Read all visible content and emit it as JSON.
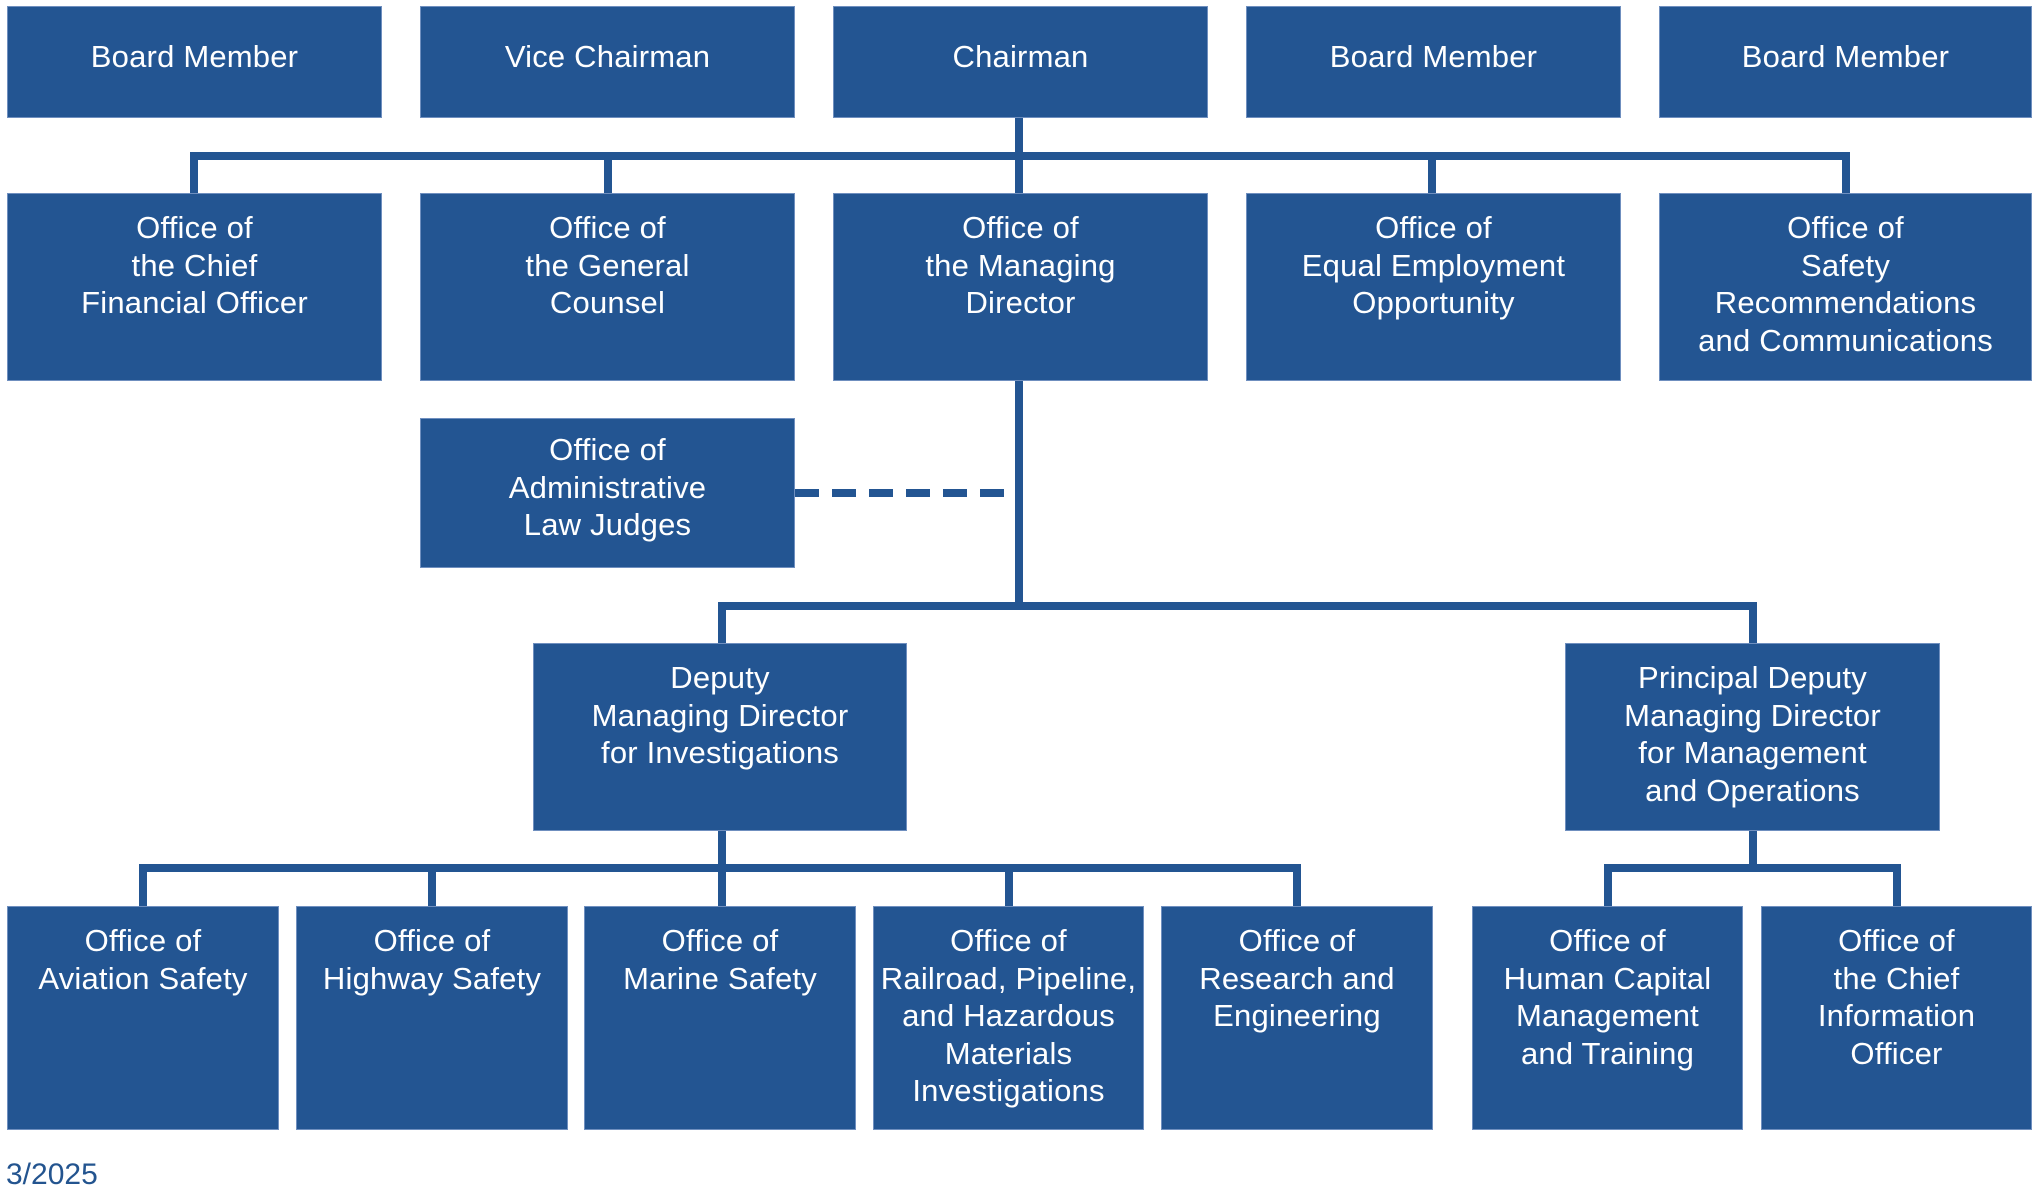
{
  "title": "Organization Chart",
  "colors": {
    "box": "#235592",
    "text": "#ffffff",
    "date": "#23548f"
  },
  "board": [
    {
      "id": "board-member-1",
      "label": "Board Member"
    },
    {
      "id": "vice-chairman",
      "label": "Vice Chairman"
    },
    {
      "id": "chairman",
      "label": "Chairman"
    },
    {
      "id": "board-member-2",
      "label": "Board Member"
    },
    {
      "id": "board-member-3",
      "label": "Board Member"
    }
  ],
  "offices": [
    {
      "id": "cfo",
      "label": "Office of\nthe Chief\nFinancial Officer"
    },
    {
      "id": "general-counsel",
      "label": "Office of\nthe General\nCounsel"
    },
    {
      "id": "managing-director",
      "label": "Office of\nthe Managing\nDirector"
    },
    {
      "id": "eeo",
      "label": "Office of\nEqual Employment\nOpportunity"
    },
    {
      "id": "safety-recs",
      "label": "Office of\nSafety\nRecommendations\nand Communications"
    }
  ],
  "alj": {
    "id": "alj",
    "label": "Office of\nAdministrative\nLaw Judges",
    "relationship": "dashed"
  },
  "deputies": [
    {
      "id": "deputy-investigations",
      "label": "Deputy\nManaging Director\nfor Investigations"
    },
    {
      "id": "principal-deputy",
      "label": "Principal Deputy\nManaging Director\nfor Management\nand Operations"
    }
  ],
  "investigation_offices": [
    {
      "id": "aviation",
      "label": "Office of\nAviation Safety"
    },
    {
      "id": "highway",
      "label": "Office of\nHighway Safety"
    },
    {
      "id": "marine",
      "label": "Office of\nMarine Safety"
    },
    {
      "id": "railroad",
      "label": "Office of\nRailroad, Pipeline,\nand Hazardous\nMaterials\nInvestigations"
    },
    {
      "id": "research",
      "label": "Office of\nResearch and\nEngineering"
    }
  ],
  "management_offices": [
    {
      "id": "human-capital",
      "label": "Office of\nHuman Capital\nManagement\nand Training"
    },
    {
      "id": "cio",
      "label": "Office of\nthe Chief\nInformation\nOfficer"
    }
  ],
  "footer": {
    "date": "3/2025"
  }
}
